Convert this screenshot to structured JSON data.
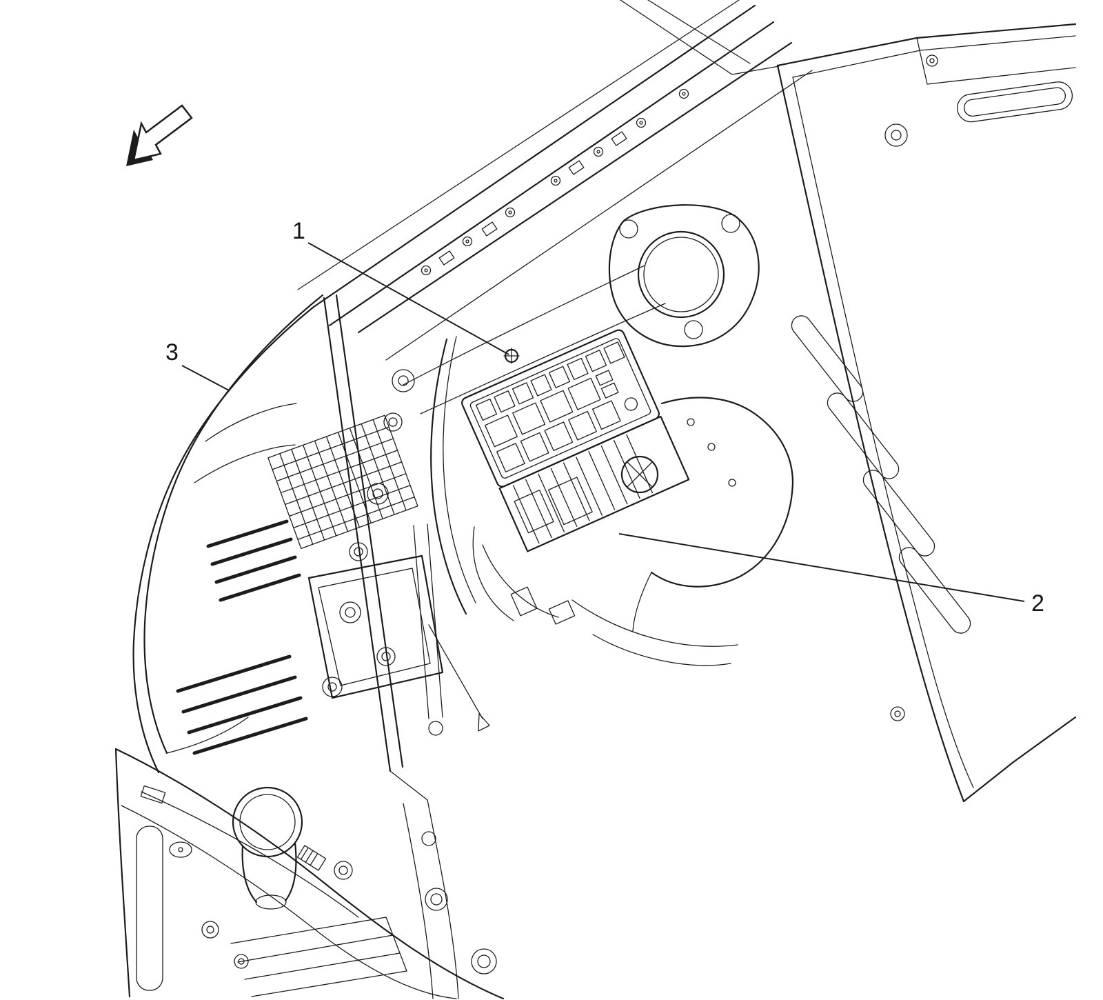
{
  "figure": {
    "callouts": {
      "c1": {
        "label": "1"
      },
      "c2": {
        "label": "2"
      },
      "c3": {
        "label": "3"
      }
    },
    "icons": {
      "direction_arrow": "view-direction-arrow"
    },
    "colors": {
      "line": "#1c1c1c",
      "background": "#ffffff"
    }
  }
}
